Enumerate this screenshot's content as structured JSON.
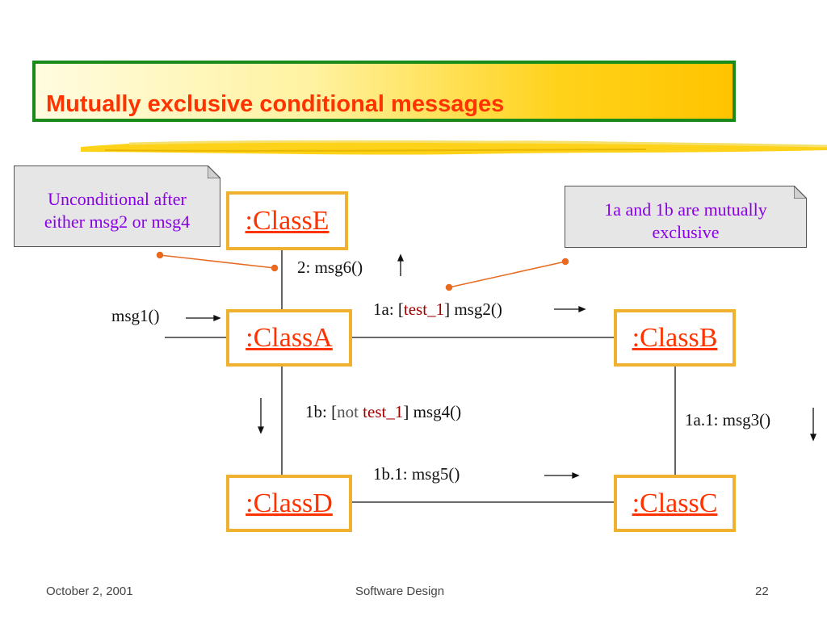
{
  "slide": {
    "title": "Mutually exclusive conditional messages",
    "colors": {
      "title_text": "#ff3300",
      "title_border": "#1a8a1a",
      "title_fill_start": "#fffce0",
      "title_fill_end": "#ffc400",
      "class_border": "#f0b030",
      "class_text": "#ff3300",
      "note_fill": "#e6e6e6",
      "note_text": "#8a00e6",
      "guard_text": "#a00000",
      "connector": "#e86a20"
    }
  },
  "diagram": {
    "classes": {
      "classE": ":ClassE",
      "classA": ":ClassA",
      "classB": ":ClassB",
      "classC": ":ClassC",
      "classD": ":ClassD"
    },
    "messages": {
      "msg1": "msg1()",
      "msg6": "2: msg6()",
      "m1a_prefix": "1a: [",
      "m1a_guard": "test_1",
      "m1a_suffix": "] msg2()",
      "m1b_prefix": "1b: [",
      "m1b_not": "not",
      "m1b_guard": "test_1",
      "m1b_suffix": "] msg4()",
      "m1a1": "1a.1: msg3()",
      "m1b1": "1b.1: msg5()"
    },
    "notes": {
      "left": [
        "Unconditional after",
        "either msg2 or msg4"
      ],
      "right": [
        "1a and 1b are mutually",
        "exclusive"
      ]
    }
  },
  "footer": {
    "date": "October 2, 2001",
    "course": "Software Design",
    "page": "22"
  }
}
